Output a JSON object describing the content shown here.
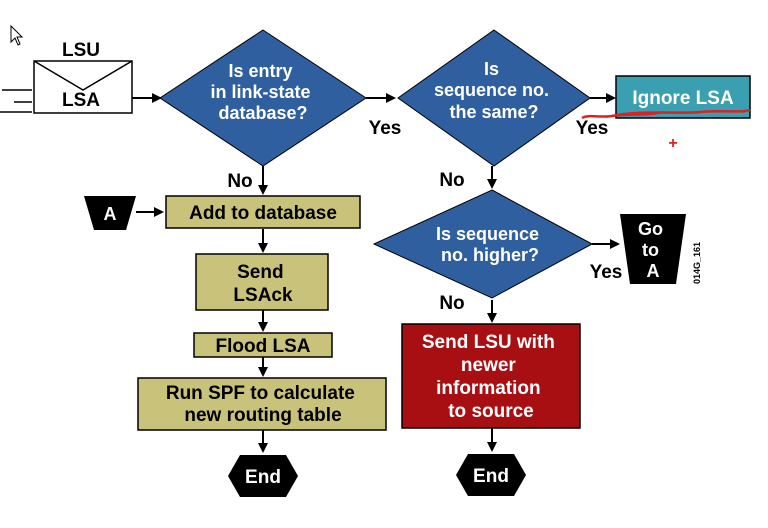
{
  "diagram": {
    "colors": {
      "decision_fill": "#2f5f9f",
      "process_fill": "#c8c27a",
      "ignore_fill": "#3a9fb0",
      "send_fill": "#a80f12",
      "terminator_fill": "#000000",
      "annotation_red": "#e02020"
    },
    "envelope": {
      "top_label": "LSU",
      "bottom_label": "LSA"
    },
    "decisions": {
      "in_database": [
        "Is entry",
        "in link-state",
        "database?"
      ],
      "same_sequence": [
        "Is",
        "sequence no.",
        "the same?"
      ],
      "higher_sequence": [
        "Is sequence",
        "no. higher?"
      ]
    },
    "processes": {
      "ignore": "Ignore LSA",
      "add": "Add to database",
      "send_ack": [
        "Send",
        "LSAck"
      ],
      "flood": "Flood LSA",
      "run_spf": [
        "Run SPF to calculate",
        "new routing table"
      ],
      "send_lsu": [
        "Send LSU with",
        "newer",
        "information",
        "to source"
      ]
    },
    "connectors": {
      "entry": "A",
      "goto": [
        "Go",
        "to",
        "A"
      ]
    },
    "terminators": {
      "end": "End"
    },
    "branch_labels": {
      "yes": "Yes",
      "no": "No"
    },
    "figure_code": "014G_161",
    "annotation_plus": "+"
  }
}
